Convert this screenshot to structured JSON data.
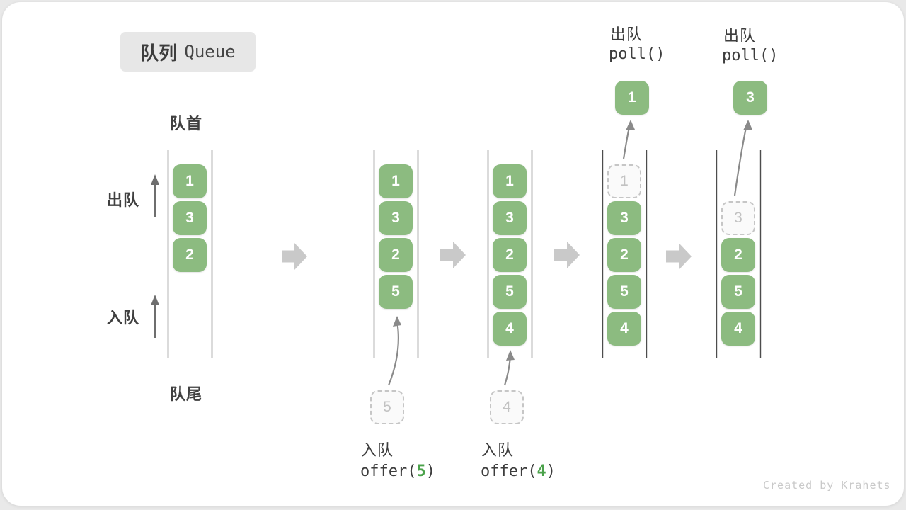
{
  "title": {
    "zh": "队列",
    "en": "Queue"
  },
  "side_labels": {
    "front": "队首",
    "rear": "队尾",
    "dequeue": "出队",
    "enqueue": "入队"
  },
  "queues": {
    "q1": {
      "slots": [
        "1",
        "3",
        "2"
      ]
    },
    "q2": {
      "slots": [
        "1",
        "3",
        "2",
        "5"
      ],
      "pending": "5"
    },
    "q3": {
      "slots": [
        "1",
        "3",
        "2",
        "5",
        "4"
      ],
      "pending": "4"
    },
    "q4": {
      "dashed": "1",
      "slots": [
        "3",
        "2",
        "5",
        "4"
      ],
      "out": "1"
    },
    "q5": {
      "dashed": "3",
      "slots": [
        "2",
        "5",
        "4"
      ],
      "out": "3"
    }
  },
  "operations": {
    "enqueue5": {
      "label": "入队",
      "fn": "offer(",
      "arg": "5",
      "close": ")"
    },
    "enqueue4": {
      "label": "入队",
      "fn": "offer(",
      "arg": "4",
      "close": ")"
    },
    "poll1": {
      "label": "出队",
      "code": "poll()"
    },
    "poll2": {
      "label": "出队",
      "code": "poll()"
    }
  },
  "watermark": "Created by Krahets",
  "colors": {
    "box_green": "#8CBB80",
    "accent_green": "#4BA24B",
    "block_arrow_gray": "#c9c9c9",
    "line_gray": "#4d4d4d",
    "curve_arrow_gray": "#8a8a8a",
    "dashed_gray": "#c6c6c6",
    "title_bg": "#e7e7e7"
  }
}
